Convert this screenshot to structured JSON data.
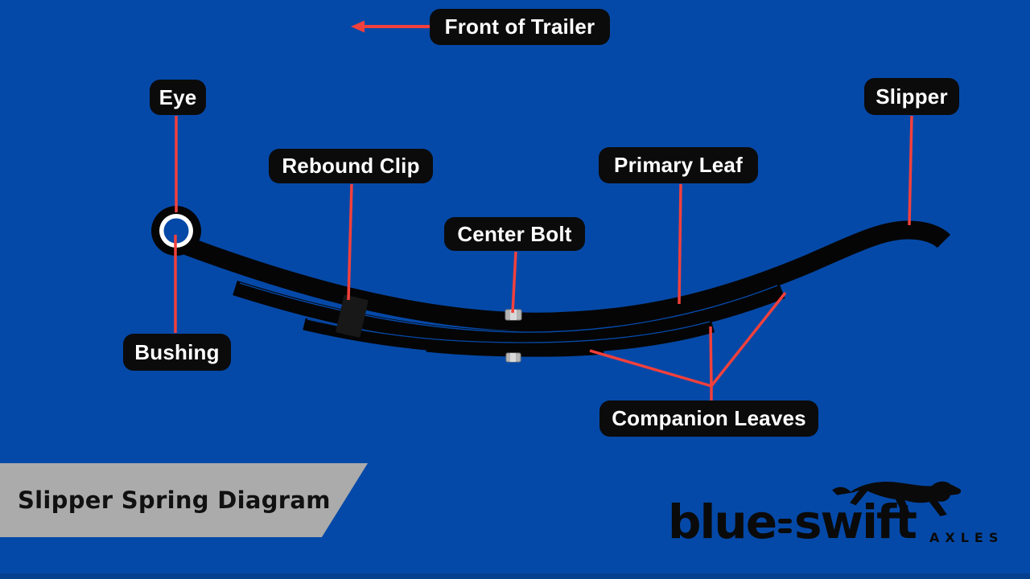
{
  "title": "Slipper Spring Diagram",
  "colors": {
    "background": "#0549a8",
    "accent_red": "#f2403c",
    "label_bg": "#0b0b0b",
    "label_text": "#ffffff",
    "banner_bg": "#ababab",
    "banner_text": "#111111",
    "spring_black": "#050505",
    "bolt_gray": "#b5b5b5",
    "footer_strip": "#053f8e",
    "logo_black": "#0a0a0a"
  },
  "labels": {
    "front_of_trailer": "Front of Trailer",
    "eye": "Eye",
    "slipper": "Slipper",
    "rebound_clip": "Rebound Clip",
    "primary_leaf": "Primary Leaf",
    "center_bolt": "Center Bolt",
    "bushing": "Bushing",
    "companion_leaves": "Companion Leaves"
  },
  "banner": {
    "title": "Slipper Spring Diagram"
  },
  "logo": {
    "word_primary": "blue",
    "word_secondary": "swift",
    "suffix": "AXLES"
  },
  "icons": {
    "front_arrow": "arrow-left-icon",
    "cheetah": "cheetah-icon"
  }
}
